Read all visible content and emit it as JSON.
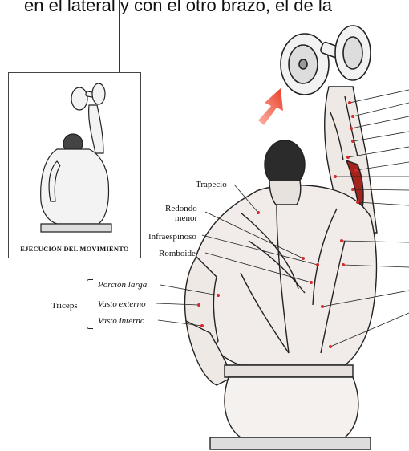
{
  "header": {
    "text": "en el lateral y con el otro brazo, el de la"
  },
  "inset": {
    "caption": "EJECUCIÓN DEL MOVIMIENTO"
  },
  "labels": {
    "trapecio": "Trapecio",
    "redondo_line1": "Redondo",
    "redondo_line2": "menor",
    "infraespinoso": "Infraespinoso",
    "romboide": "Romboide",
    "triceps": "Tríceps",
    "porcion_larga": "Porción larga",
    "vasto_externo": "Vasto externo",
    "vasto_interno": "Vasto interno"
  },
  "colors": {
    "arrow": "#e8402a",
    "marker": "#d42a2a",
    "muscle_red": "#a3241a",
    "ink": "#222222"
  }
}
